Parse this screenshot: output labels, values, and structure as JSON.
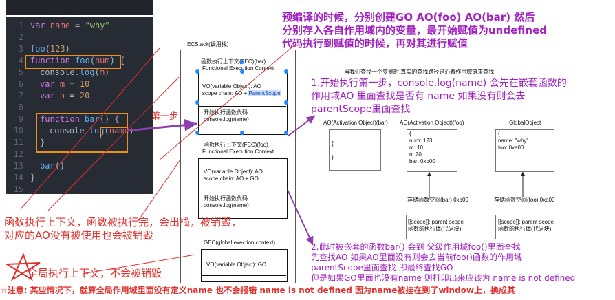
{
  "editor": {
    "lines": [
      {
        "n": "1",
        "text": "var name = \"why\""
      },
      {
        "n": "2",
        "text": ""
      },
      {
        "n": "3",
        "text": "foo(123)"
      },
      {
        "n": "4",
        "text": "function foo(num) {"
      },
      {
        "n": "5",
        "text": "console.log(m)"
      },
      {
        "n": "6",
        "text": "var m = 10"
      },
      {
        "n": "7",
        "text": "var n = 20"
      },
      {
        "n": "8",
        "text": ""
      },
      {
        "n": "9",
        "text": "function bar() {"
      },
      {
        "n": "10",
        "text": "console.log(name)"
      },
      {
        "n": "11",
        "text": "}"
      },
      {
        "n": "12",
        "text": ""
      },
      {
        "n": "13",
        "text": "bar()"
      },
      {
        "n": "14",
        "text": "}"
      },
      {
        "n": "15",
        "text": ""
      }
    ]
  },
  "ecstack": {
    "title": "ECStack(调用栈)",
    "fec_bar": {
      "title1": "函数执行上下文(FEC)(bar)",
      "title2": "Functional Execution Context",
      "vo": "VO(variable Object): AO",
      "scope": "scope chain: AO + ",
      "scope_highlight": "ParentScope",
      "code1": "开始执行函数代码",
      "code2": "console.log(name)"
    },
    "fec_foo": {
      "title1": "函数执行上下文(FEC)(foo)",
      "title2": "Functional Execution Context",
      "vo": "VO(variable Object): AO",
      "scope": "scope chain: AO + GO",
      "code1": "开始执行函数代码",
      "code2": "console.log(name)"
    },
    "gec": {
      "title": "GEC(global exection context)",
      "vo": "VO(variable Object): GO"
    }
  },
  "step_label": "第一步",
  "notes": {
    "top": "预编译的时候，分别创建GO  AO(foo) AO(bar) 然后\n分别存入各自作用域内的变量，最开始赋值为undefined\n代码执行到赋值的时候，再对其进行赋值",
    "lookup": "当我们查找一个变量时,真实的查找路径是沿着作用域链来查找",
    "step1": "1.开始执行第一步，console.log(name) 会先在嵌套函数的\n作用域AO 里面查找是否有 name 如果没有则会去\nparentScope里面查找",
    "step2": "2.此时被嵌套的函数bar() 会到 父级作用域foo()里面查找\n先查找AO 如果AO里面没有则会去当前foo()函数的作用域\n parentScope里面查找 即最终查找GO\n但是如果GO里面也没有name 则打印出来应该为 name is not defined",
    "fec_destroy": "函数执行上下文，函数被执行完，会出栈，被销毁，\n对应的AO没有被使用也会被销毁",
    "gec_keep": "全局执行上下文，不会被销毁",
    "bottom": "☆注意: 某些情况下，就算全局作用域里面没有定义name 也不会报错 name is not defined 因为name被挂在到了window上，换成其"
  },
  "objects": {
    "ao_bar": {
      "title": "AO(Activation Object)(bar)",
      "body": "{\n\n}"
    },
    "ao_foo": {
      "title": "AO(Activation Object)(foo)",
      "lines": [
        "{",
        "num: 123",
        "m: 10",
        "n: 20",
        "bar: 0xb00",
        "}"
      ]
    },
    "go": {
      "title": "GlobalObject",
      "lines": [
        "{",
        "name: \"why\"",
        "foo: 0xa00",
        "}"
      ]
    },
    "mem_bar": {
      "title": "存储函数空间(bar) 0xb00",
      "lines": [
        "[[scope]]: parent scope",
        "函数的执行体(代码块)"
      ]
    },
    "mem_foo": {
      "title": "存储函数空间(foo) 0xa00",
      "lines": [
        "[[scope]]: parent scope",
        "函数的执行体(代码块)"
      ]
    }
  },
  "colors": {
    "accent": "#a020c0",
    "note_red": "#e0312d",
    "arrow_purple": "#8f3fb0",
    "highlight_orange": "#f0901c",
    "editor_bg": "#272b33"
  }
}
